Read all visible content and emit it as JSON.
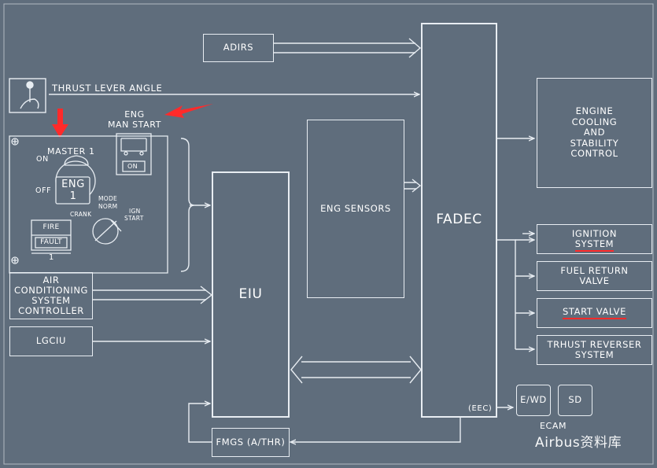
{
  "colors": {
    "background": "#5f6d7c",
    "lines": "#e8edf2",
    "annotation_red": "#ff2a2a"
  },
  "boxes": {
    "adirs": "ADIRS",
    "fadec": "FADEC",
    "eec": "(EEC)",
    "eng_sensors": "ENG SENSORS",
    "eiu": "EIU",
    "engine_cooling": [
      "ENGINE",
      "COOLING",
      "AND",
      "STABILITY",
      "CONTROL"
    ],
    "ignition": [
      "IGNITION",
      "SYSTEM"
    ],
    "fuel_return": [
      "FUEL RETURN",
      "VALVE"
    ],
    "start_valve": "START VALVE",
    "thrust_reverser": [
      "TRHUST REVERSER",
      "SYSTEM"
    ],
    "acsc": [
      "AIR",
      "CONDITIONING",
      "SYSTEM",
      "CONTROLLER"
    ],
    "lgciu": "LGCIU",
    "fmgs": "FMGS (A/THR)",
    "ewd": "E/WD",
    "sd": "SD"
  },
  "labels": {
    "thrust_lever_angle": "THRUST LEVER ANGLE",
    "eng_man_start": [
      "ENG",
      "MAN START"
    ],
    "man_start_on": "ON",
    "master": "MASTER 1",
    "master_on": "ON",
    "master_off": "OFF",
    "eng_switch": [
      "ENG",
      "1"
    ],
    "mode_labels": {
      "mode": "MODE",
      "norm": "NORM",
      "crank": "CRANK",
      "ign": "IGN",
      "start": "START"
    },
    "fire": "FIRE",
    "fault": "FAULT",
    "fire_number": "1",
    "ecam": "ECAM",
    "watermark": "Airbus资料库"
  },
  "icons": [
    "thrust-lever-icon",
    "red-arrow-icon",
    "rotary-selector-icon"
  ]
}
